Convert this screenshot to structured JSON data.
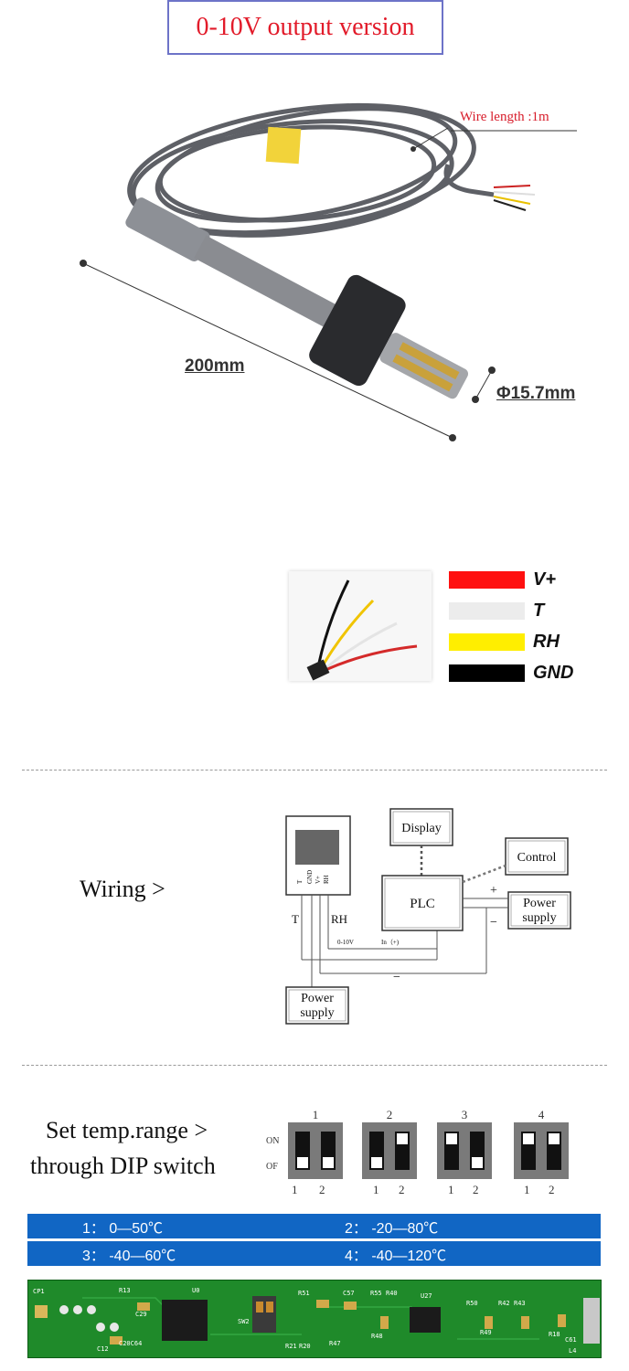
{
  "header": {
    "title": "0-10V output version"
  },
  "product": {
    "wire_length": "Wire length :1m",
    "length_dim": "200mm",
    "diameter_dim": "Φ15.7mm"
  },
  "wire_legend": [
    {
      "label": "V+",
      "color": "#ff1010"
    },
    {
      "label": "T",
      "color": "#ececec"
    },
    {
      "label": "RH",
      "color": "#ffee00"
    },
    {
      "label": "GND",
      "color": "#000000"
    }
  ],
  "wiring": {
    "section_label": "Wiring  >",
    "display": "Display",
    "control": "Control",
    "plc": "PLC",
    "power_supply_right": [
      "Power",
      "supply"
    ],
    "power_supply_bottom": [
      "Power",
      "supply"
    ],
    "wire_t": "T",
    "wire_rh": "RH",
    "signal_label": "0-10V",
    "input_label": "In（+)",
    "plus": "+",
    "minus": "−",
    "minus_bottom": "−",
    "sensor_pins": [
      "T",
      "GND",
      "V+",
      "RH"
    ]
  },
  "dip": {
    "label_line1": "Set temp.range  >",
    "label_line2": "through DIP switch",
    "on_label": "ON",
    "off_label": "OF",
    "groups": [
      {
        "number": "1",
        "positions": [
          "1",
          "2"
        ]
      },
      {
        "number": "2",
        "positions": [
          "1",
          "2"
        ]
      },
      {
        "number": "3",
        "positions": [
          "1",
          "2"
        ]
      },
      {
        "number": "4",
        "positions": [
          "1",
          "2"
        ]
      }
    ]
  },
  "ranges": {
    "r1": "1：  0—50℃",
    "r2": "2：  -20—80℃",
    "r3": "3：  -40—60℃",
    "r4": "4：  -40—120℃"
  },
  "pcb": {
    "silkscreen": [
      "CP1",
      "R13",
      "U0",
      "C29",
      "C12",
      "C20C64",
      "SW2",
      "R51",
      "C57",
      "R55",
      "R40",
      "U27",
      "R50",
      "R49",
      "R42",
      "R43",
      "R21",
      "R20",
      "R47",
      "R48",
      "C61",
      "R18",
      "L4"
    ]
  }
}
